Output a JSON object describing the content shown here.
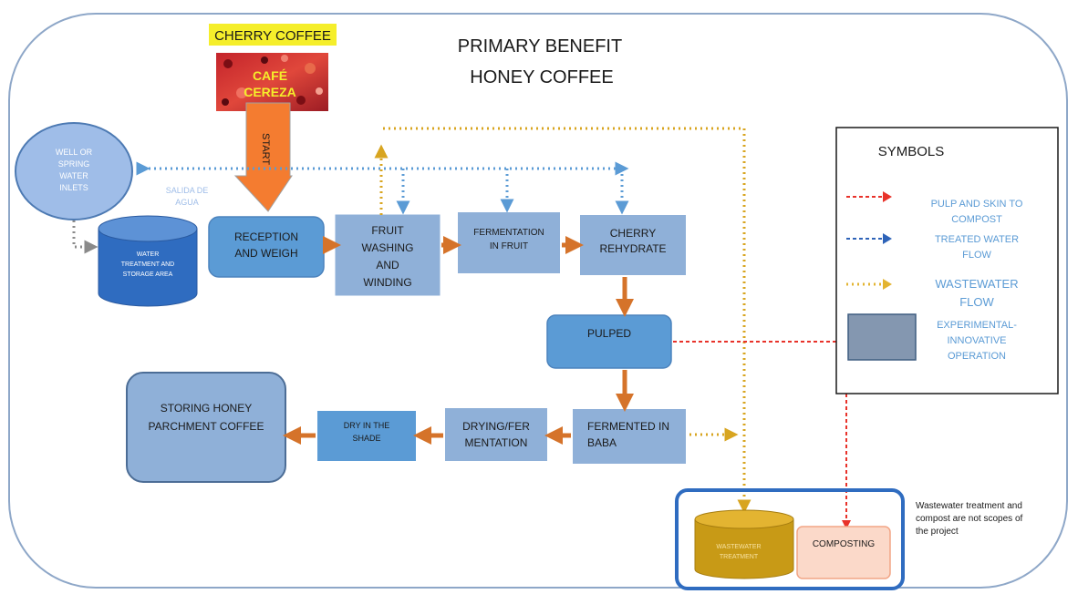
{
  "title": {
    "line1": "PRIMARY BENEFIT",
    "line2": "HONEY COFFEE"
  },
  "start_label": "CHERRY COFFEE",
  "photo_text": {
    "line1": "CAFÉ",
    "line2": "CEREZA"
  },
  "start_arrow_label": "START",
  "nodes": {
    "well": {
      "lines": [
        "WELL OR",
        "SPRING",
        "WATER",
        "INLETS"
      ]
    },
    "salida": {
      "lines": [
        "SALIDA DE",
        "AGUA"
      ]
    },
    "water_storage": {
      "lines": [
        "WATER",
        "TREATMENT AND",
        "STORAGE AREA"
      ]
    },
    "reception": {
      "lines": [
        "RECEPTION",
        "AND WEIGH"
      ]
    },
    "fruit_washing": {
      "lines": [
        "FRUIT",
        "WASHING",
        "AND",
        "WINDING"
      ]
    },
    "fermentation_fruit": {
      "lines": [
        "FERMENTATION",
        "IN FRUIT"
      ]
    },
    "cherry_rehydrate": {
      "lines": [
        "CHERRY",
        "REHYDRATE"
      ]
    },
    "pulped": {
      "lines": [
        "PULPED"
      ]
    },
    "fermented_baba": {
      "lines": [
        "FERMENTED IN",
        "BABA"
      ]
    },
    "drying_fermentation": {
      "lines": [
        "DRYING/FER",
        "MENTATION"
      ]
    },
    "dry_shade": {
      "lines": [
        "DRY IN THE",
        "SHADE"
      ]
    },
    "storing": {
      "lines": [
        "STORING HONEY",
        "PARCHMENT COFFEE"
      ]
    },
    "wastewater_treatment": {
      "lines": [
        "WASTEWATER",
        "TREATMENT"
      ]
    },
    "composting": {
      "lines": [
        "COMPOSTING"
      ]
    }
  },
  "legend": {
    "title": "SYMBOLS",
    "items": [
      {
        "lines": [
          "PULP AND SKIN TO",
          "COMPOST"
        ],
        "color": "#e8322a"
      },
      {
        "lines": [
          "TREATED WATER",
          "FLOW"
        ],
        "color": "#2e63b8"
      },
      {
        "lines": [
          "WASTEWATER",
          "FLOW"
        ],
        "color": "#e3b431"
      },
      {
        "lines": [
          "EXPERIMENTAL-",
          "INNOVATIVE",
          "OPERATION"
        ],
        "color": "#8497b0"
      }
    ]
  },
  "note": {
    "lines": [
      "Wastewater treatment and",
      "compost are not scopes of",
      "the project"
    ]
  },
  "colors": {
    "process_blue": "#5b9bd5",
    "experimental": "#8fb0d8",
    "process_arrow": "#d5732a",
    "start_arrow": "#f47c30",
    "cherry_label_bg": "#f5ee2b",
    "treated_water": "#5b9bd5",
    "wastewater": "#d8a520",
    "compost_line": "#e8322a",
    "frame": "#8ea7c8",
    "wastewater_tank": "#c89a16",
    "composting_bg": "#fbd9c9",
    "legend_text": "#5b9bd5"
  }
}
